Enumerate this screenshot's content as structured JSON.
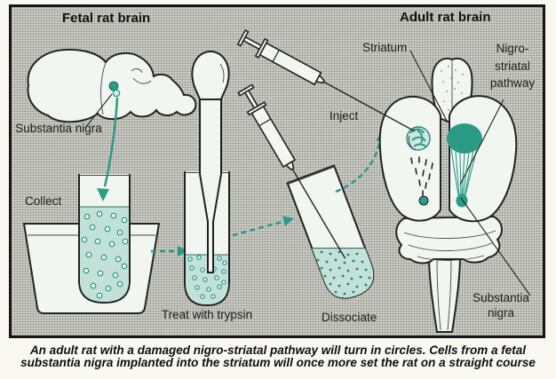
{
  "figure": {
    "section_titles": {
      "fetal": "Fetal rat brain",
      "adult": "Adult rat brain"
    },
    "labels": {
      "substantia_nigra_fetal": "Substantia nigra",
      "collect": "Collect",
      "treat_with_trypsin": "Treat with trypsin",
      "dissociate": "Dissociate",
      "inject": "Inject",
      "striatum": "Striatum",
      "nigro_striatal_pathway": {
        "line1": "Nigro-",
        "line2": "striatal",
        "line3": "pathway"
      },
      "substantia_nigra_adult": "Substantia nigra"
    }
  },
  "caption": {
    "line1": "An adult rat with a damaged nigro-striatal pathway will turn in circles. Cells from a fetal",
    "line2": "substantia nigra implanted into the striatum will once more set the rat on a straight course"
  },
  "colors": {
    "accent_teal": "#2a9b86",
    "liquid_teal": "#c2e1d9",
    "texture_gray": "#cfcfc9",
    "ink": "#1c1c1c"
  }
}
